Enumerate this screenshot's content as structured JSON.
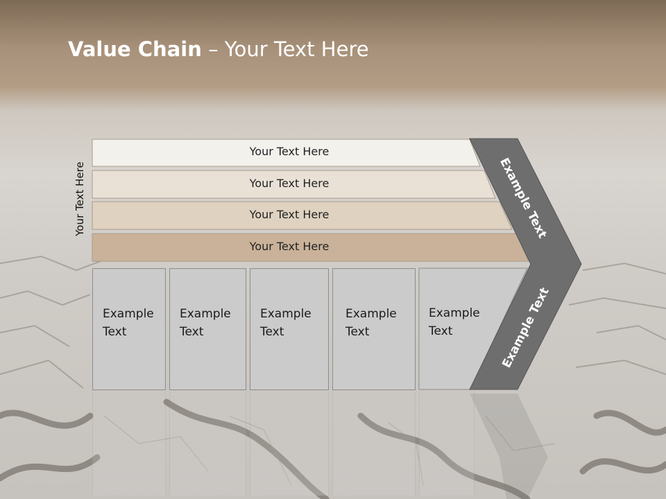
{
  "title": {
    "bold": "Value Chain",
    "rest": " – Your Text Here"
  },
  "vertical_label": "Your Text Here",
  "bars": [
    {
      "label": "Your Text Here",
      "color": "#f3f1ec"
    },
    {
      "label": "Your Text Here",
      "color": "#e9e1d6"
    },
    {
      "label": "Your Text Here",
      "color": "#dfd2c0"
    },
    {
      "label": "Your Text Here",
      "color": "#c9b299"
    }
  ],
  "boxes": [
    {
      "line1": "Example",
      "line2": "Text"
    },
    {
      "line1": "Example",
      "line2": "Text"
    },
    {
      "line1": "Example",
      "line2": "Text"
    },
    {
      "line1": "Example",
      "line2": "Text"
    },
    {
      "line1": "Example",
      "line2": "Text"
    }
  ],
  "chevron": {
    "upper_text": "Example Text",
    "lower_text": "Example Text",
    "color": "#6e6e6e"
  }
}
